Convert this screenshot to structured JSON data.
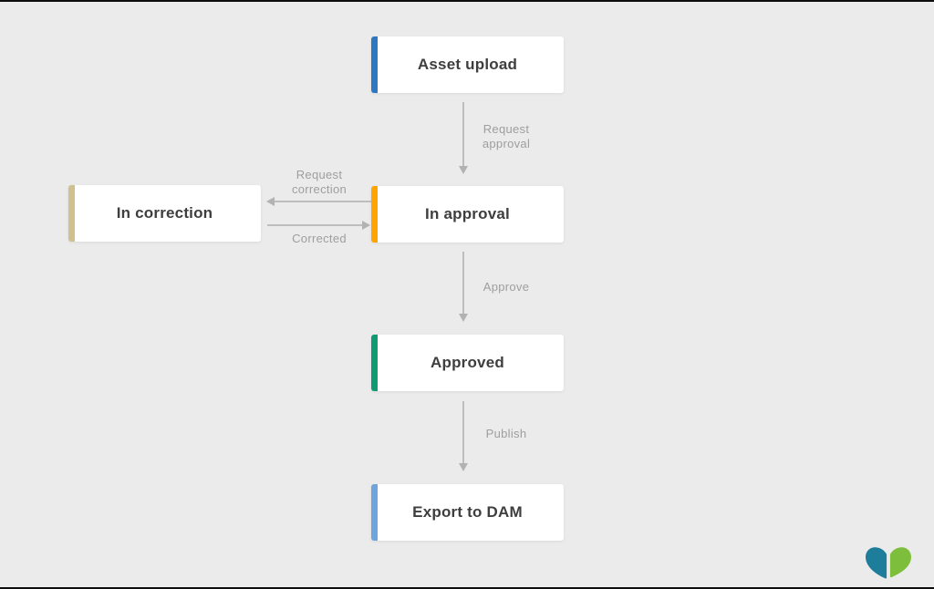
{
  "canvas": {
    "background": "#ebebeb",
    "frame_bar_color": "#0d0d0d"
  },
  "flowchart": {
    "nodes": [
      {
        "id": "asset-upload",
        "label": "Asset upload",
        "accent": "#2e78c2"
      },
      {
        "id": "in-approval",
        "label": "In approval",
        "accent": "#ffa400"
      },
      {
        "id": "in-correction",
        "label": "In correction",
        "accent": "#cfc08e"
      },
      {
        "id": "approved",
        "label": "Approved",
        "accent": "#0f9b72"
      },
      {
        "id": "export-to-dam",
        "label": "Export to DAM",
        "accent": "#6fa5dc"
      }
    ],
    "edges": [
      {
        "from": "asset-upload",
        "to": "in-approval",
        "label": "Request approval",
        "direction": "down"
      },
      {
        "from": "in-approval",
        "to": "in-correction",
        "label": "Request correction",
        "direction": "left"
      },
      {
        "from": "in-correction",
        "to": "in-approval",
        "label": "Corrected",
        "direction": "right"
      },
      {
        "from": "in-approval",
        "to": "approved",
        "label": "Approve",
        "direction": "down"
      },
      {
        "from": "approved",
        "to": "export-to-dam",
        "label": "Publish",
        "direction": "down"
      }
    ],
    "arrow_color": "#bdbdbd",
    "label_color": "#9e9e9e"
  },
  "logo": {
    "name": "heart-leaf-logo",
    "left_color": "#1d7d9b",
    "right_color": "#7dbf3c"
  }
}
